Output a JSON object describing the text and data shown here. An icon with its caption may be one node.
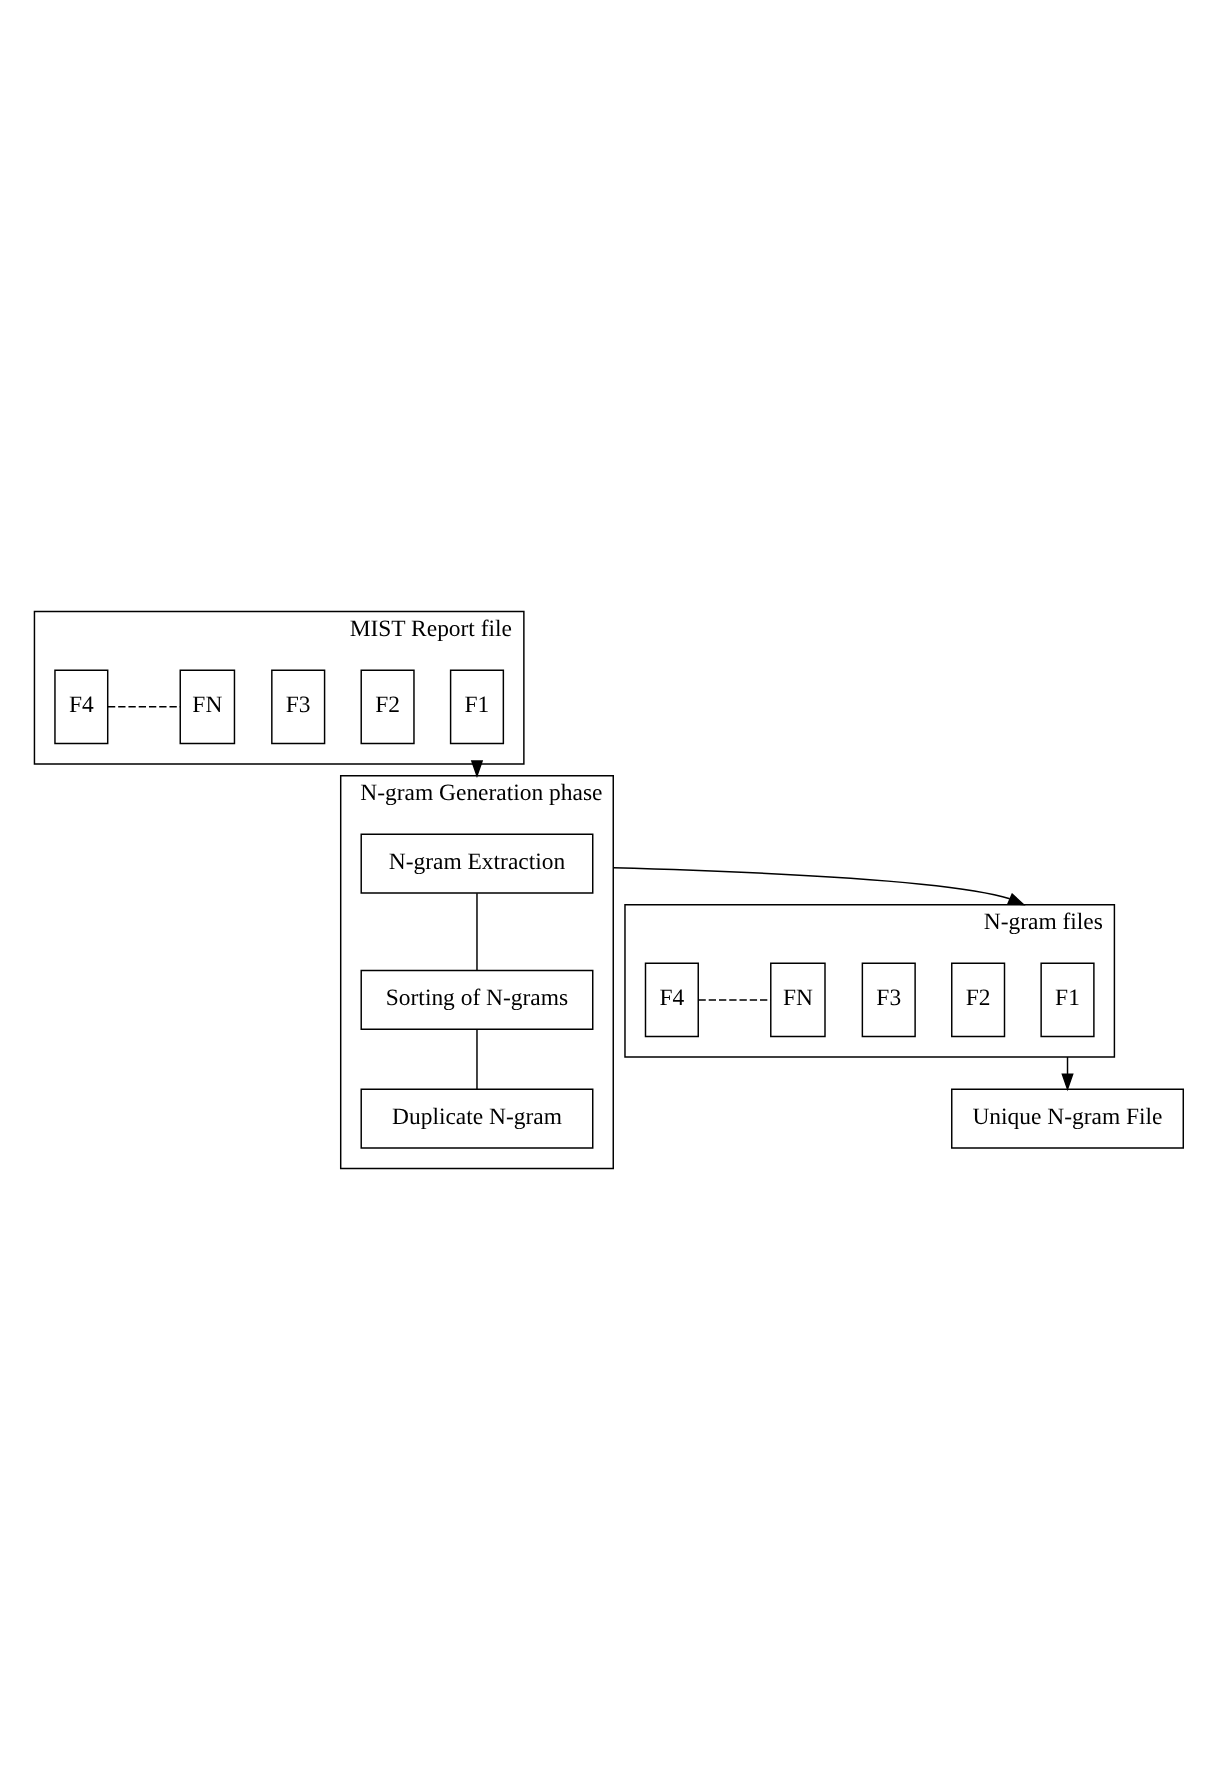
{
  "diagram": {
    "nodes": [
      {
        "text": [
          "MIST Report file"
        ]
      },
      {
        "text": [
          "F1"
        ],
        "in": 0
      },
      {
        "text": [
          "F2"
        ],
        "in": 0
      },
      {
        "text": [
          "F3"
        ],
        "in": 0
      },
      {
        "text": [
          "F4"
        ],
        "in": 0
      },
      {
        "text": [
          "FN"
        ],
        "in": 0
      },
      {
        "text": [
          "N-gram Generation phase"
        ]
      },
      {
        "text": [
          "N-gram Extraction"
        ],
        "in": 6
      },
      {
        "text": [
          "Sorting of N-grams"
        ],
        "in": 6
      },
      {
        "text": [
          "Duplicate N-gram"
        ],
        "in": 6
      },
      {
        "text": [
          "N-gram files"
        ]
      },
      {
        "text": [
          "F1"
        ],
        "in": 10
      },
      {
        "text": [
          "F2"
        ],
        "in": 10
      },
      {
        "text": [
          "F3"
        ],
        "in": 10
      },
      {
        "text": [
          "F4"
        ],
        "in": 10
      },
      {
        "text": [
          "FN"
        ],
        "in": 10
      },
      {
        "text": [
          "Unique N-gram File"
        ]
      }
    ],
    "edges": [
      {
        "from": 4,
        "to": 5,
        "arrow": "none",
        "style": "dashed"
      },
      {
        "from": 0,
        "to": 6,
        "arrow": "to"
      },
      {
        "from": 7,
        "to": 8,
        "arrow": "none"
      },
      {
        "from": 8,
        "to": 9,
        "arrow": "none"
      },
      {
        "from": 6,
        "to": 10,
        "arrow": "to"
      },
      {
        "from": 14,
        "to": 15,
        "arrow": "none",
        "style": "dashed"
      },
      {
        "from": 10,
        "to": 16,
        "arrow": "to"
      }
    ]
  }
}
